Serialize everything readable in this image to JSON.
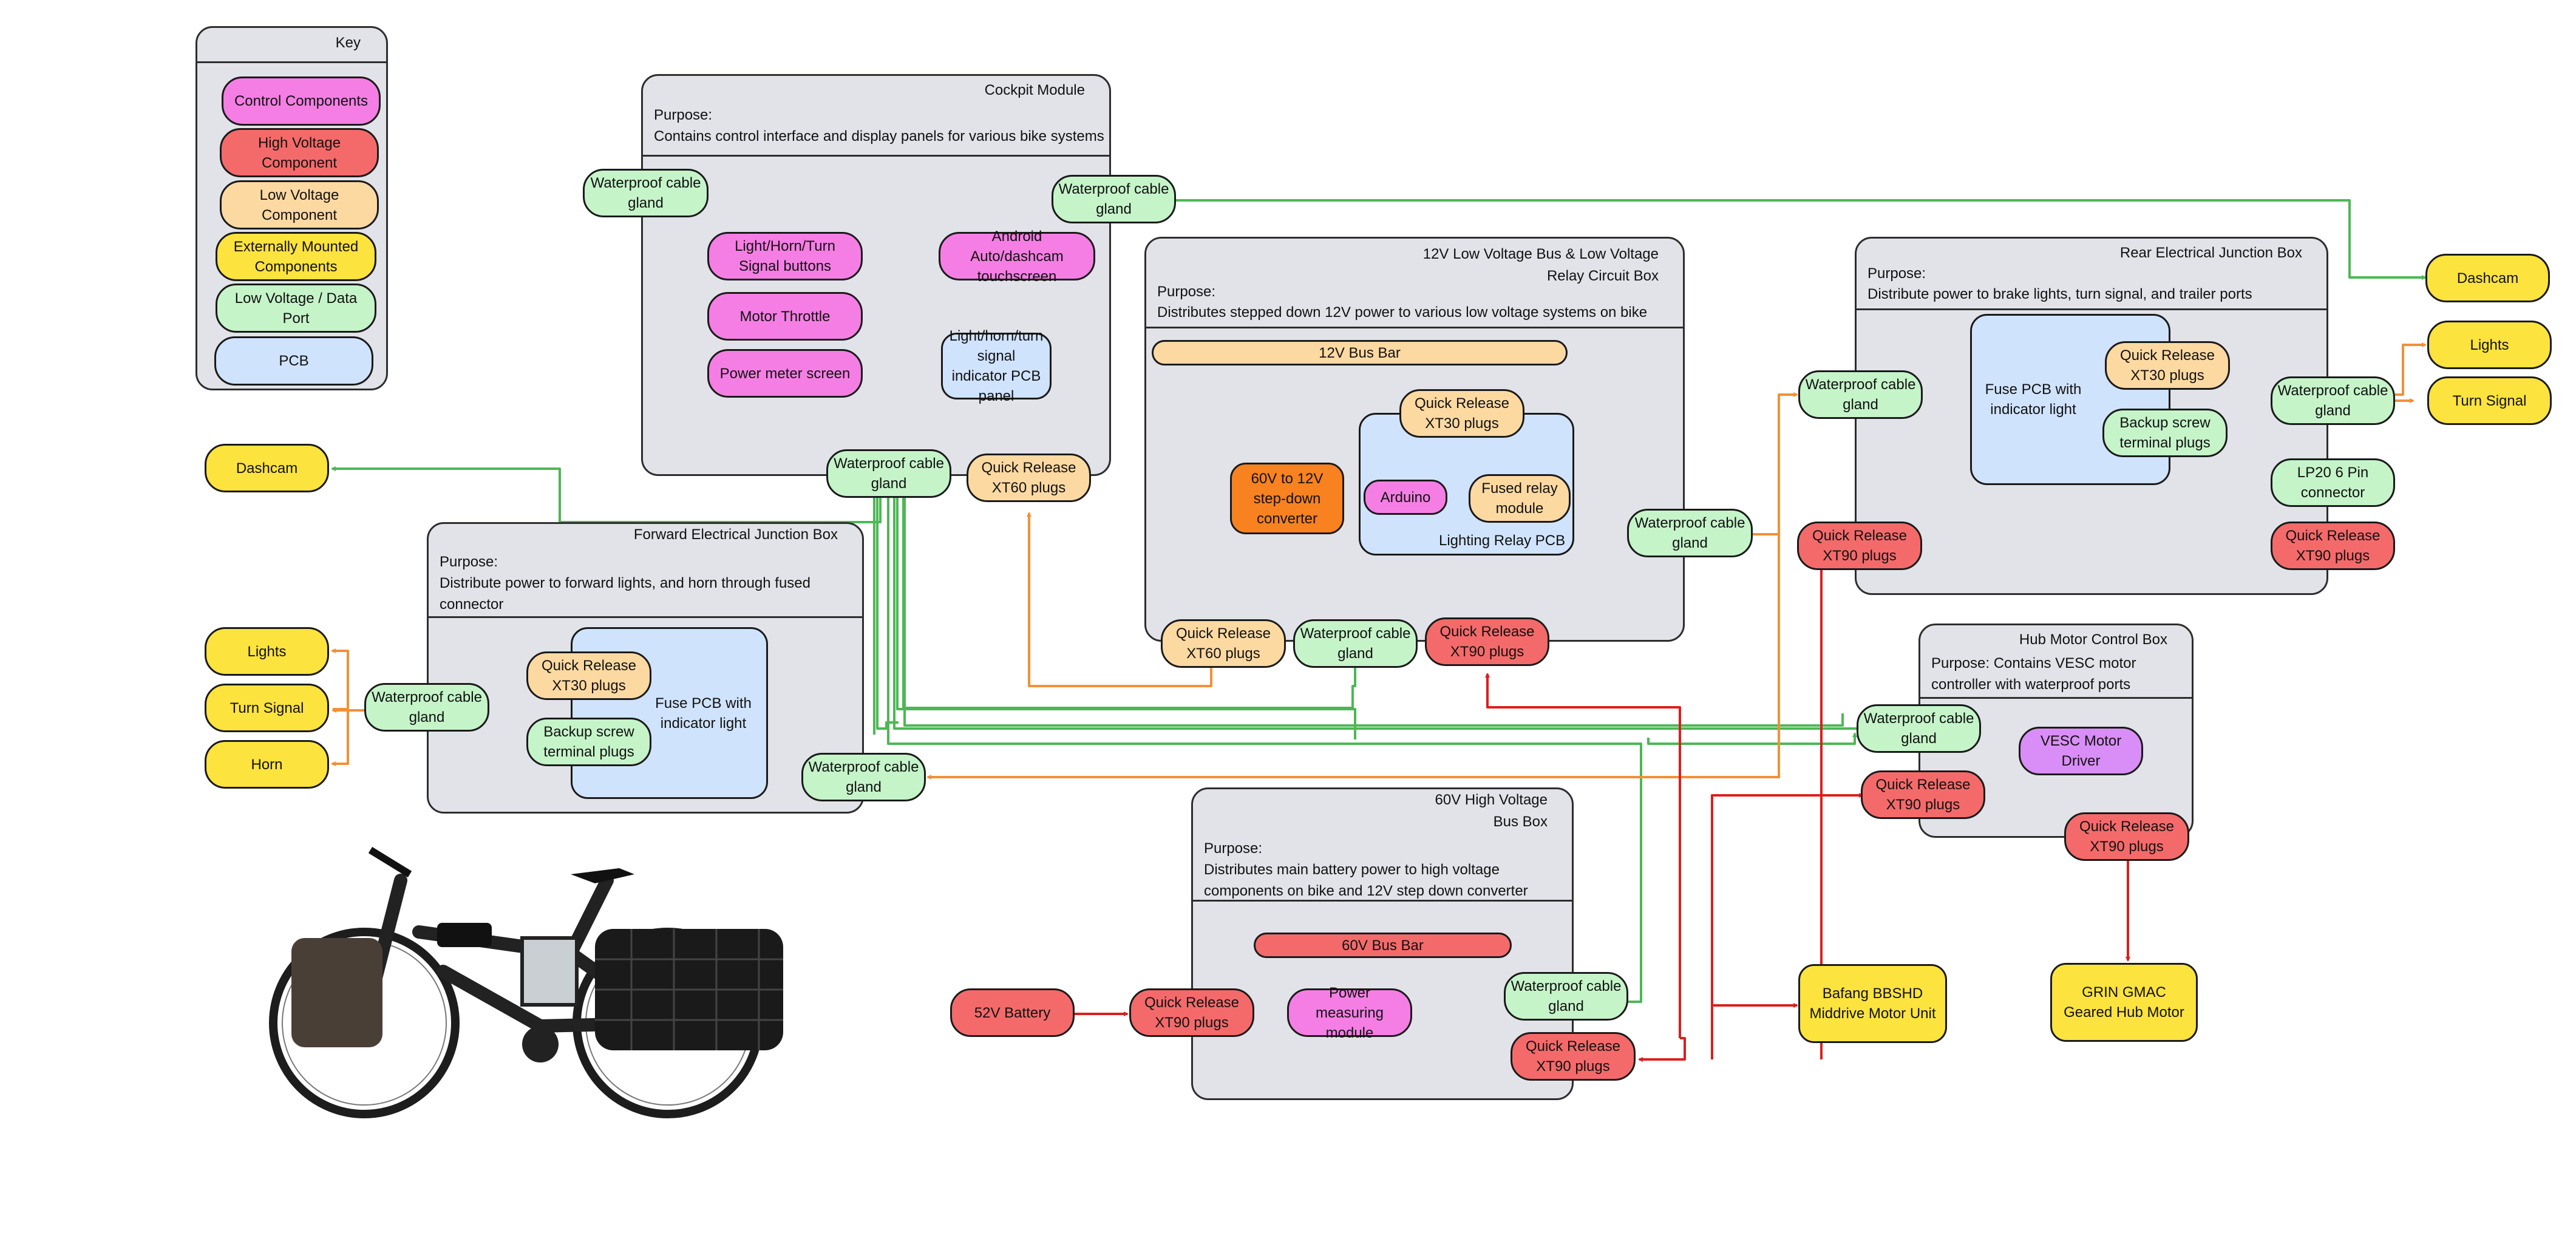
{
  "colors": {
    "control": "#f57ee4",
    "high_voltage": "#f46a6a",
    "low_voltage": "#fdd9a2",
    "external": "#fce33e",
    "data_port": "#c5f4c9",
    "pcb": "#d0e3fd",
    "converter": "#f8821f",
    "vesc": "#d98ef7",
    "box": "#e1e3e8",
    "wire_green": "#4cb854",
    "wire_orange": "#f39035",
    "wire_red": "#dc1e1e"
  },
  "key": {
    "title": "Key",
    "items": [
      "Control Components",
      "High Voltage Component",
      "Low Voltage Component",
      "Externally Mounted Components",
      "Low Voltage / Data Port",
      "PCB"
    ]
  },
  "cockpit": {
    "title": "Cockpit Module",
    "purpose_label": "Purpose:",
    "purpose": "Contains control interface and display panels for various bike systems",
    "gland_left": "Waterproof cable gland",
    "gland_right": "Waterproof cable gland",
    "lhts_buttons": "Light/Horn/Turn Signal buttons",
    "android": "Android Auto/dashcam touchscreen",
    "throttle": "Motor Throttle",
    "power_meter": "Power meter screen",
    "indicator_pcb": "Light/horn/turn signal indicator PCB panel",
    "gland_bottom": "Waterproof cable gland",
    "xt60": "Quick Release XT60 plugs"
  },
  "dashcam_left": "Dashcam",
  "relay": {
    "title": "12V Low Voltage Bus & Low Voltage Relay Circuit Box",
    "purpose_label": "Purpose:",
    "purpose": "Distributes stepped down 12V power to various low voltage systems on bike",
    "bus": "12V Bus Bar",
    "xt30": "Quick Release XT30 plugs",
    "converter": "60V to 12V step-down converter",
    "arduino": "Arduino",
    "fused_relay": "Fused relay module",
    "pcb_label": "Lighting Relay PCB",
    "gland_right": "Waterproof cable gland",
    "xt60": "Quick Release XT60 plugs",
    "gland_bottom": "Waterproof cable gland",
    "xt90": "Quick Release XT90 plugs"
  },
  "forward": {
    "title": "Forward Electrical Junction Box",
    "purpose_label": "Purpose:",
    "purpose": "Distribute power to forward lights, and horn through fused connector",
    "gland_left": "Waterproof cable gland",
    "xt30": "Quick Release XT30 plugs",
    "backup": "Backup screw terminal plugs",
    "fuse_pcb": "Fuse PCB with indicator light",
    "gland_bottom": "Waterproof cable gland"
  },
  "front_ext": {
    "lights": "Lights",
    "turn": "Turn Signal",
    "horn": "Horn"
  },
  "rear": {
    "title": "Rear Electrical Junction Box",
    "purpose_label": "Purpose:",
    "purpose": "Distribute power to brake lights, turn signal, and trailer ports",
    "gland_left": "Waterproof cable gland",
    "fuse_pcb": "Fuse PCB with indicator light",
    "xt30": "Quick Release XT30 plugs",
    "backup": "Backup screw terminal plugs",
    "gland_right": "Waterproof cable gland",
    "lp20": "LP20 6 Pin connector",
    "xt90_left": "Quick Release XT90 plugs",
    "xt90_right": "Quick Release XT90 plugs"
  },
  "rear_ext": {
    "dashcam": "Dashcam",
    "lights": "Lights",
    "turn": "Turn Signal"
  },
  "hub": {
    "title": "Hub Motor Control Box",
    "purpose": "Purpose: Contains VESC motor controller with waterproof ports",
    "gland": "Waterproof cable gland",
    "vesc": "VESC Motor Driver",
    "xt90_in": "Quick Release XT90 plugs",
    "xt90_out": "Quick Release XT90 plugs"
  },
  "hv": {
    "title": "60V High Voltage Bus Box",
    "purpose_label": "Purpose:",
    "purpose": "Distributes main battery power to high voltage components on bike and 12V step down converter",
    "bus": "60V Bus Bar",
    "xt90_in": "Quick Release XT90 plugs",
    "power_module": "Power measuring module",
    "gland": "Waterproof cable gland",
    "xt90_out": "Quick Release XT90 plugs"
  },
  "battery": "52V Battery",
  "bafang": "Bafang BBSHD Middrive Motor Unit",
  "grin": "GRIN GMAC Geared Hub Motor"
}
